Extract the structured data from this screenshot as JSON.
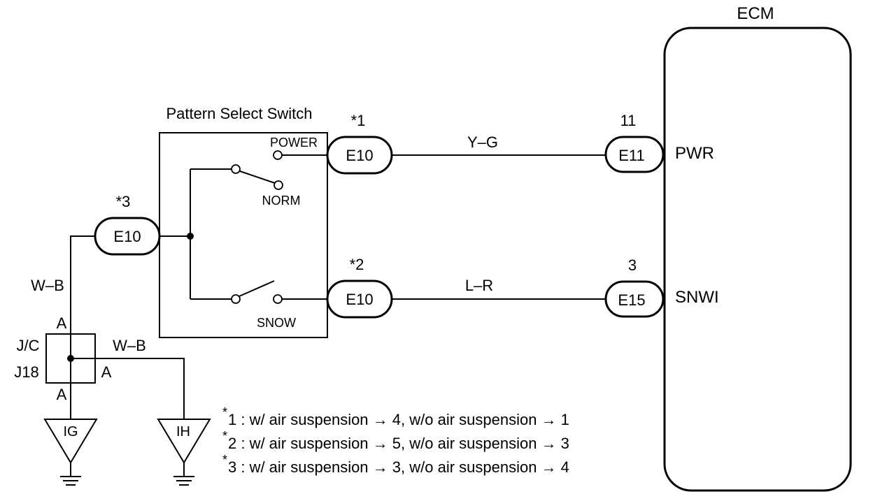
{
  "ecm": {
    "title": "ECM",
    "pins": [
      {
        "number": "11",
        "connector": "E11",
        "label": "PWR"
      },
      {
        "number": "3",
        "connector": "E15",
        "label": "SNWI"
      }
    ]
  },
  "switch": {
    "title": "Pattern Select Switch",
    "positions": {
      "power": "POWER",
      "norm": "NORM",
      "snow": "SNOW"
    }
  },
  "connectors": {
    "c1": {
      "note": "*1",
      "name": "E10"
    },
    "c2": {
      "note": "*2",
      "name": "E10"
    },
    "c3": {
      "note": "*3",
      "name": "E10"
    }
  },
  "wires": {
    "power_to_ecm": "Y–G",
    "snow_to_ecm": "L–R",
    "c3_to_jc": "W–B",
    "jc_to_ih": "W–B"
  },
  "junction": {
    "label_line1": "J/C",
    "label_line2": "J18",
    "pin_top": "A",
    "pin_right": "A",
    "pin_bottom": "A"
  },
  "grounds": [
    {
      "label": "IG"
    },
    {
      "label": "IH"
    }
  ],
  "notes": [
    {
      "mark": "*",
      "text": "1 : w/ air suspension → 4, w/o air suspension → 1"
    },
    {
      "mark": "*",
      "text": "2 : w/ air suspension → 5, w/o air suspension → 3"
    },
    {
      "mark": "*",
      "text": "3 : w/ air suspension → 3, w/o air suspension → 4"
    }
  ]
}
